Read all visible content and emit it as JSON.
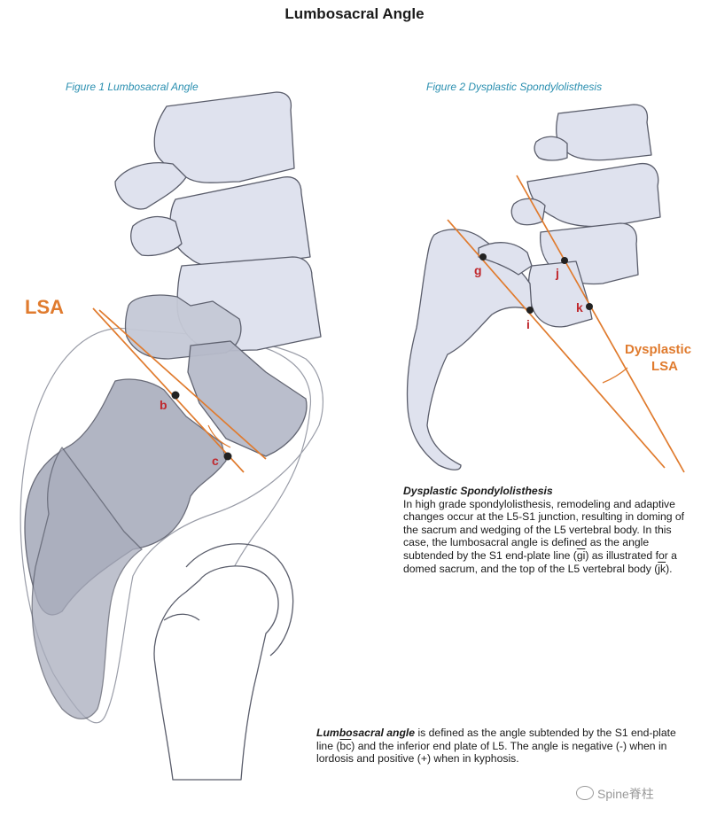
{
  "title": "Lumbosacral Angle",
  "figure1": {
    "title": "Figure 1 Lumbosacral Angle",
    "lsa_label": "LSA",
    "point_b": "b",
    "point_c": "c"
  },
  "figure2": {
    "title": "Figure 2 Dysplastic Spondylolisthesis",
    "angle_label_line1": "Dysplastic",
    "angle_label_line2": "LSA",
    "point_g": "g",
    "point_j": "j",
    "point_i": "i",
    "point_k": "k"
  },
  "dysplastic_caption": {
    "heading": "Dysplastic Spondylolisthesis",
    "body_part1": "In high grade spondylolisthesis, remodeling and adaptive changes occur at the L5-S1 junction, resulting in doming of the sacrum and wedging of the L5 vertebral body. In this case, the lumbosacral angle is defined as the angle subtended by the S1 end-plate line (",
    "line1": "gi",
    "body_part2": ") as illustrated for a domed sacrum, and the top of the L5 vertebral body (",
    "line2": "jk",
    "body_part3": ")."
  },
  "lsa_caption": {
    "term": "Lumbosacral angle",
    "body_part1": " is defined as the angle subtended by the S1 end-plate line (",
    "line": "bc",
    "body_part2": ") and the inferior end plate of L5. The angle is negative (-) when in lordosis and positive (+) when in kyphosis."
  },
  "watermark": "Spine脊柱",
  "colors": {
    "accent": "#e07b2e",
    "figure_title": "#2a8fb0",
    "point_label": "#c0282d",
    "bone_fill": "#dfe2ee",
    "bone_dark": "#9ea3b3",
    "outline": "#5a5d6b"
  }
}
